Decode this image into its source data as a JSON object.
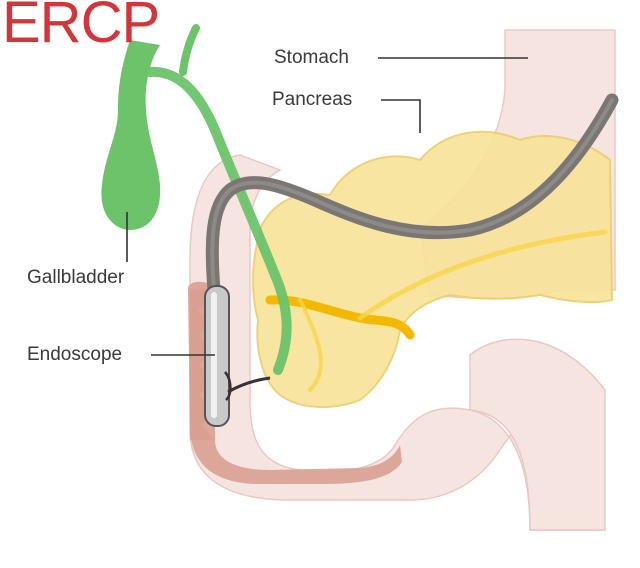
{
  "title": "ERCP",
  "labels": {
    "stomach": "Stomach",
    "pancreas": "Pancreas",
    "gallbladder": "Gallbladder",
    "endoscope": "Endoscope"
  },
  "colors": {
    "title": "#d3363a",
    "stomach": "#f6e4e1",
    "duodenum_inner": "#d9a092",
    "pancreas": "#f8e39a",
    "pancreatic_duct": "#f2b900",
    "bile_duct": "#6cc36a",
    "endoscope": "#7a7674",
    "scope_tip": "#c9c9c9",
    "leader_line": "#333333"
  }
}
